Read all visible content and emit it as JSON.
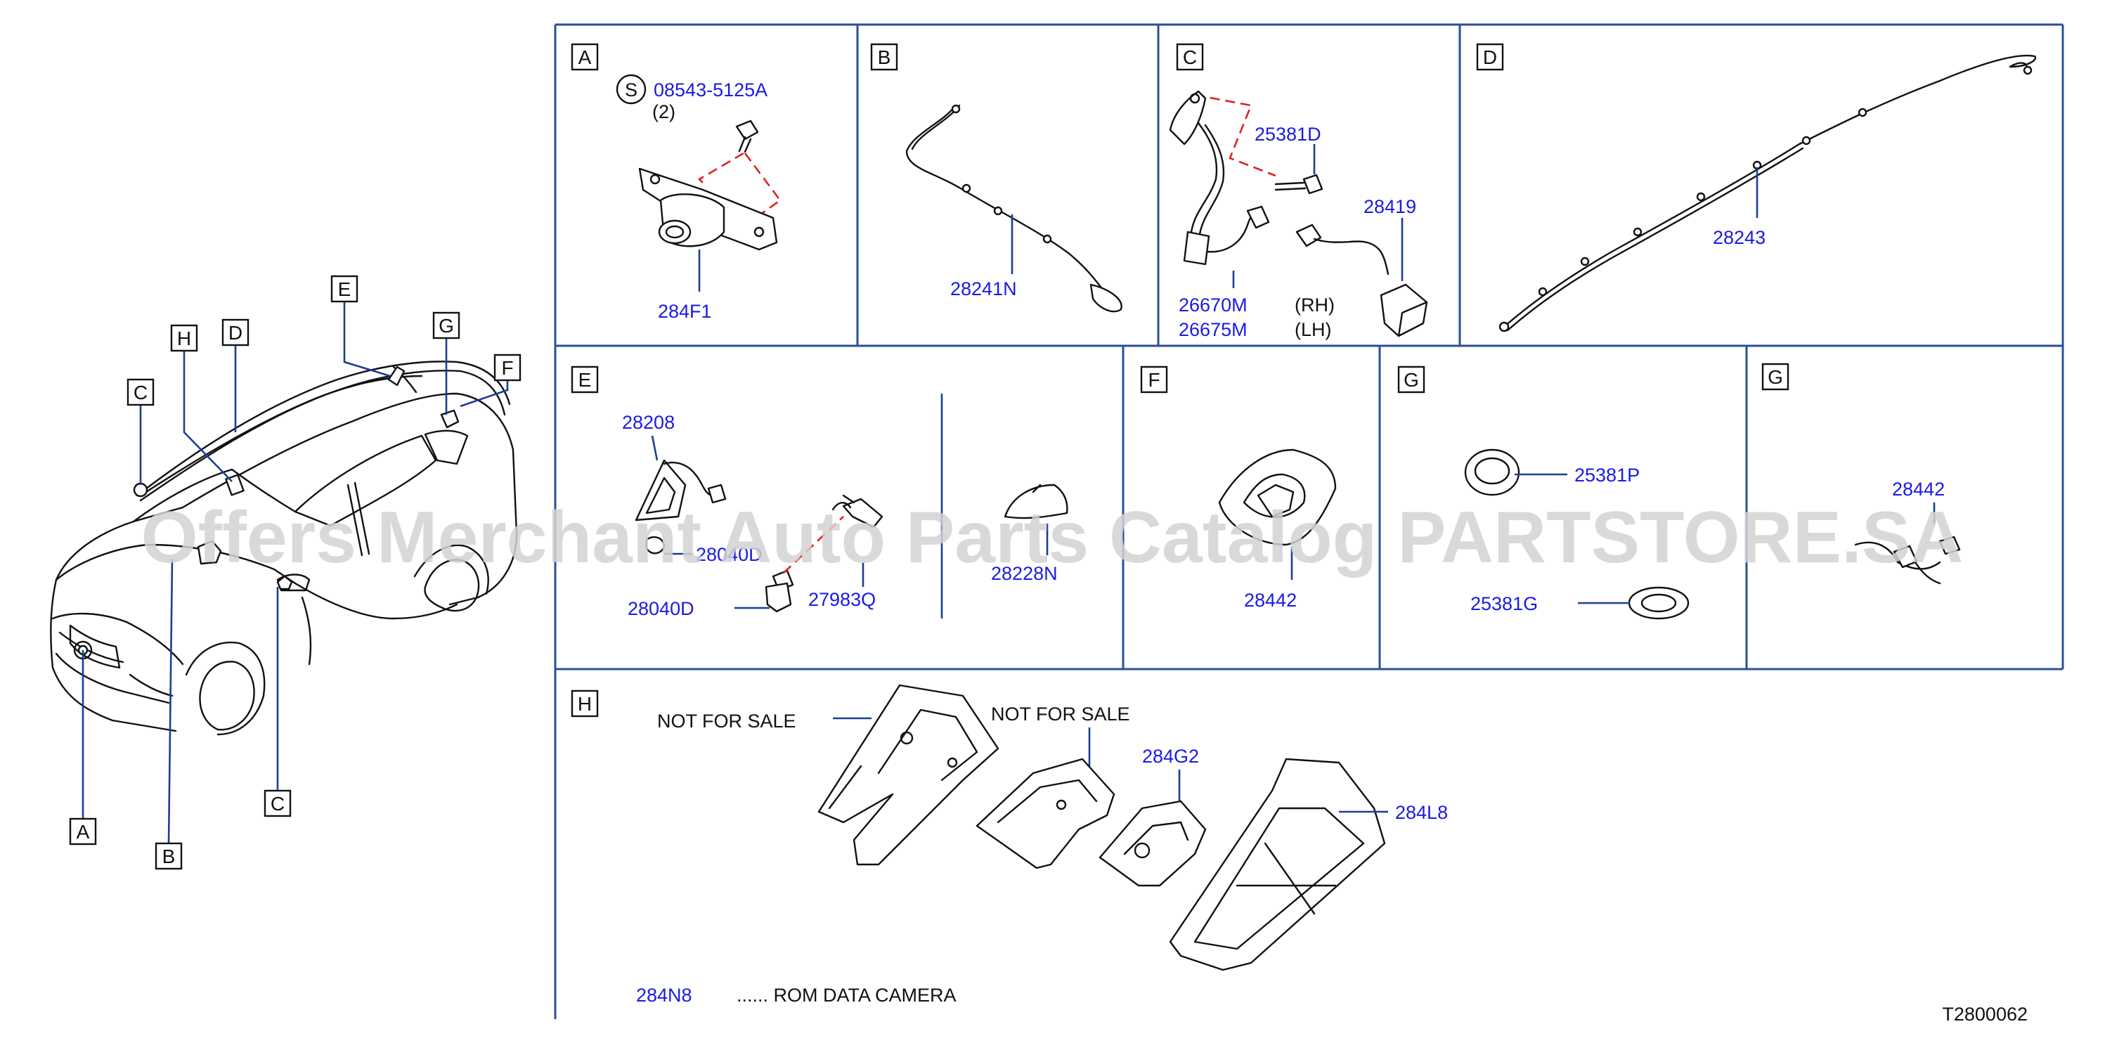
{
  "panels": {
    "A": {
      "label": "A",
      "symbol": "S",
      "parts": [
        "08543-5125A",
        "284F1"
      ],
      "qty": "(2)"
    },
    "B": {
      "label": "B",
      "parts": [
        "28241N"
      ]
    },
    "C": {
      "label": "C",
      "parts": [
        "25381D",
        "28419",
        "26670M",
        "26675M"
      ],
      "side_rh": "(RH)",
      "side_lh": "(LH)"
    },
    "D": {
      "label": "D",
      "parts": [
        "28243"
      ]
    },
    "E": {
      "label": "E",
      "parts": [
        "28208",
        "28040D",
        "28040D",
        "27983Q",
        "28228N"
      ]
    },
    "F": {
      "label": "F",
      "parts": [
        "28442"
      ]
    },
    "G1": {
      "label": "G",
      "parts": [
        "25381P",
        "25381G"
      ]
    },
    "G2": {
      "label": "G",
      "parts": [
        "28442"
      ]
    },
    "H": {
      "label": "H",
      "parts": [
        "284G2",
        "284L8"
      ],
      "not_for_sale": "NOT   FOR   SALE",
      "note_part": "284N8",
      "note_text": "......   ROM   DATA   CAMERA"
    }
  },
  "car_callouts": [
    "A",
    "B",
    "C",
    "C",
    "D",
    "E",
    "F",
    "G",
    "H"
  ],
  "diagram_code": "T2800062",
  "watermark": "Offers Merchant Auto Parts Catalog PARTSTORE.SA",
  "colors": {
    "part_number": "#1a1ae6",
    "frame": "#2a4f9a",
    "leader": "#1a3f94",
    "dashed": "#e02020"
  }
}
